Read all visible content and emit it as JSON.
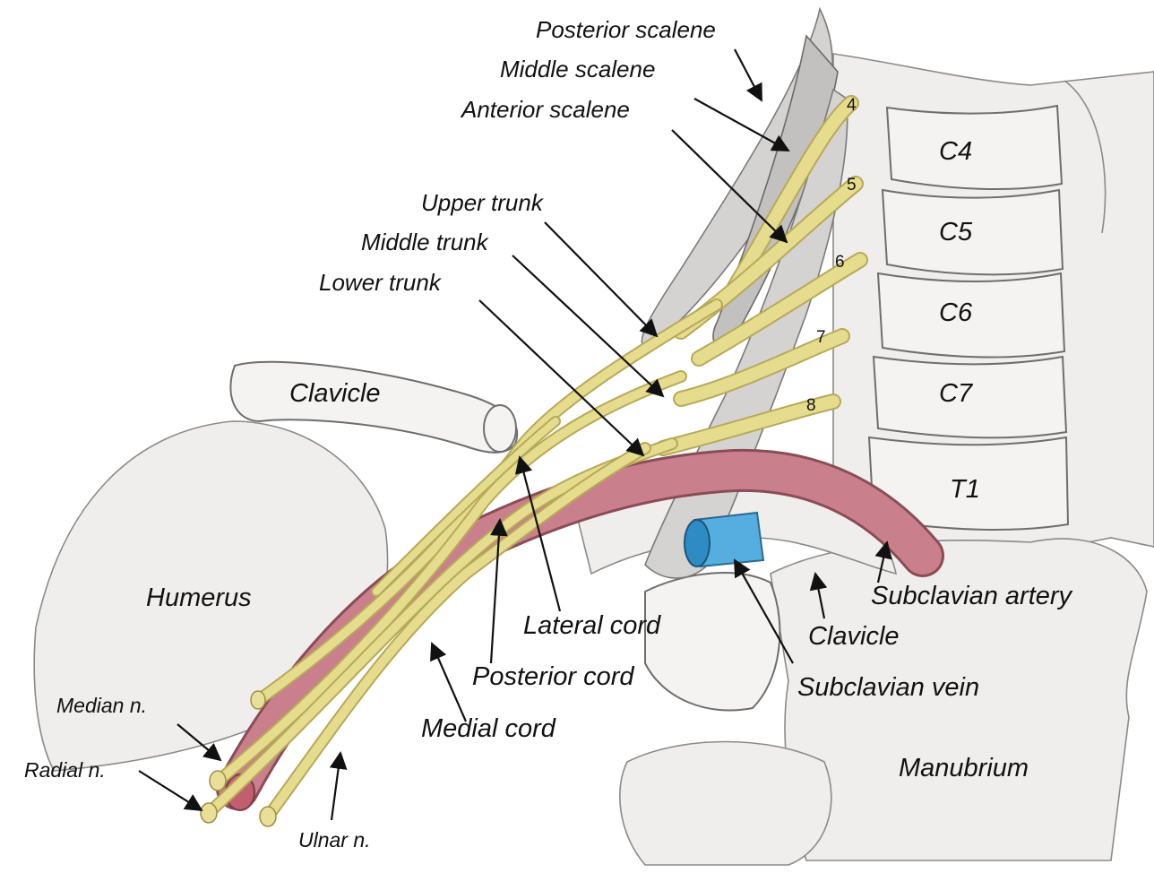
{
  "labels": {
    "posterior_scalene": "Posterior scalene",
    "middle_scalene": "Middle scalene",
    "anterior_scalene": "Anterior scalene",
    "upper_trunk": "Upper trunk",
    "middle_trunk": "Middle trunk",
    "lower_trunk": "Lower trunk",
    "clavicle_left": "Clavicle",
    "clavicle_right": "Clavicle",
    "humerus": "Humerus",
    "lateral_cord": "Lateral cord",
    "posterior_cord": "Posterior cord",
    "medial_cord": "Medial cord",
    "median_n": "Median n.",
    "radial_n": "Radial n.",
    "ulnar_n": "Ulnar n.",
    "subclavian_artery": "Subclavian artery",
    "subclavian_vein": "Subclavian vein",
    "manubrium": "Manubrium",
    "c4": "C4",
    "c5": "C5",
    "c6": "C6",
    "c7": "C7",
    "t1": "T1"
  },
  "root_numbers": {
    "r4": "4",
    "r5": "5",
    "r6": "6",
    "r7": "7",
    "r8": "8"
  },
  "colors": {
    "nerve": "#e6dc8e",
    "artery": "#c9808c",
    "vein": "#3b9bd1",
    "bone": "#f4f3f1",
    "muscle": "#d5d3d1"
  }
}
